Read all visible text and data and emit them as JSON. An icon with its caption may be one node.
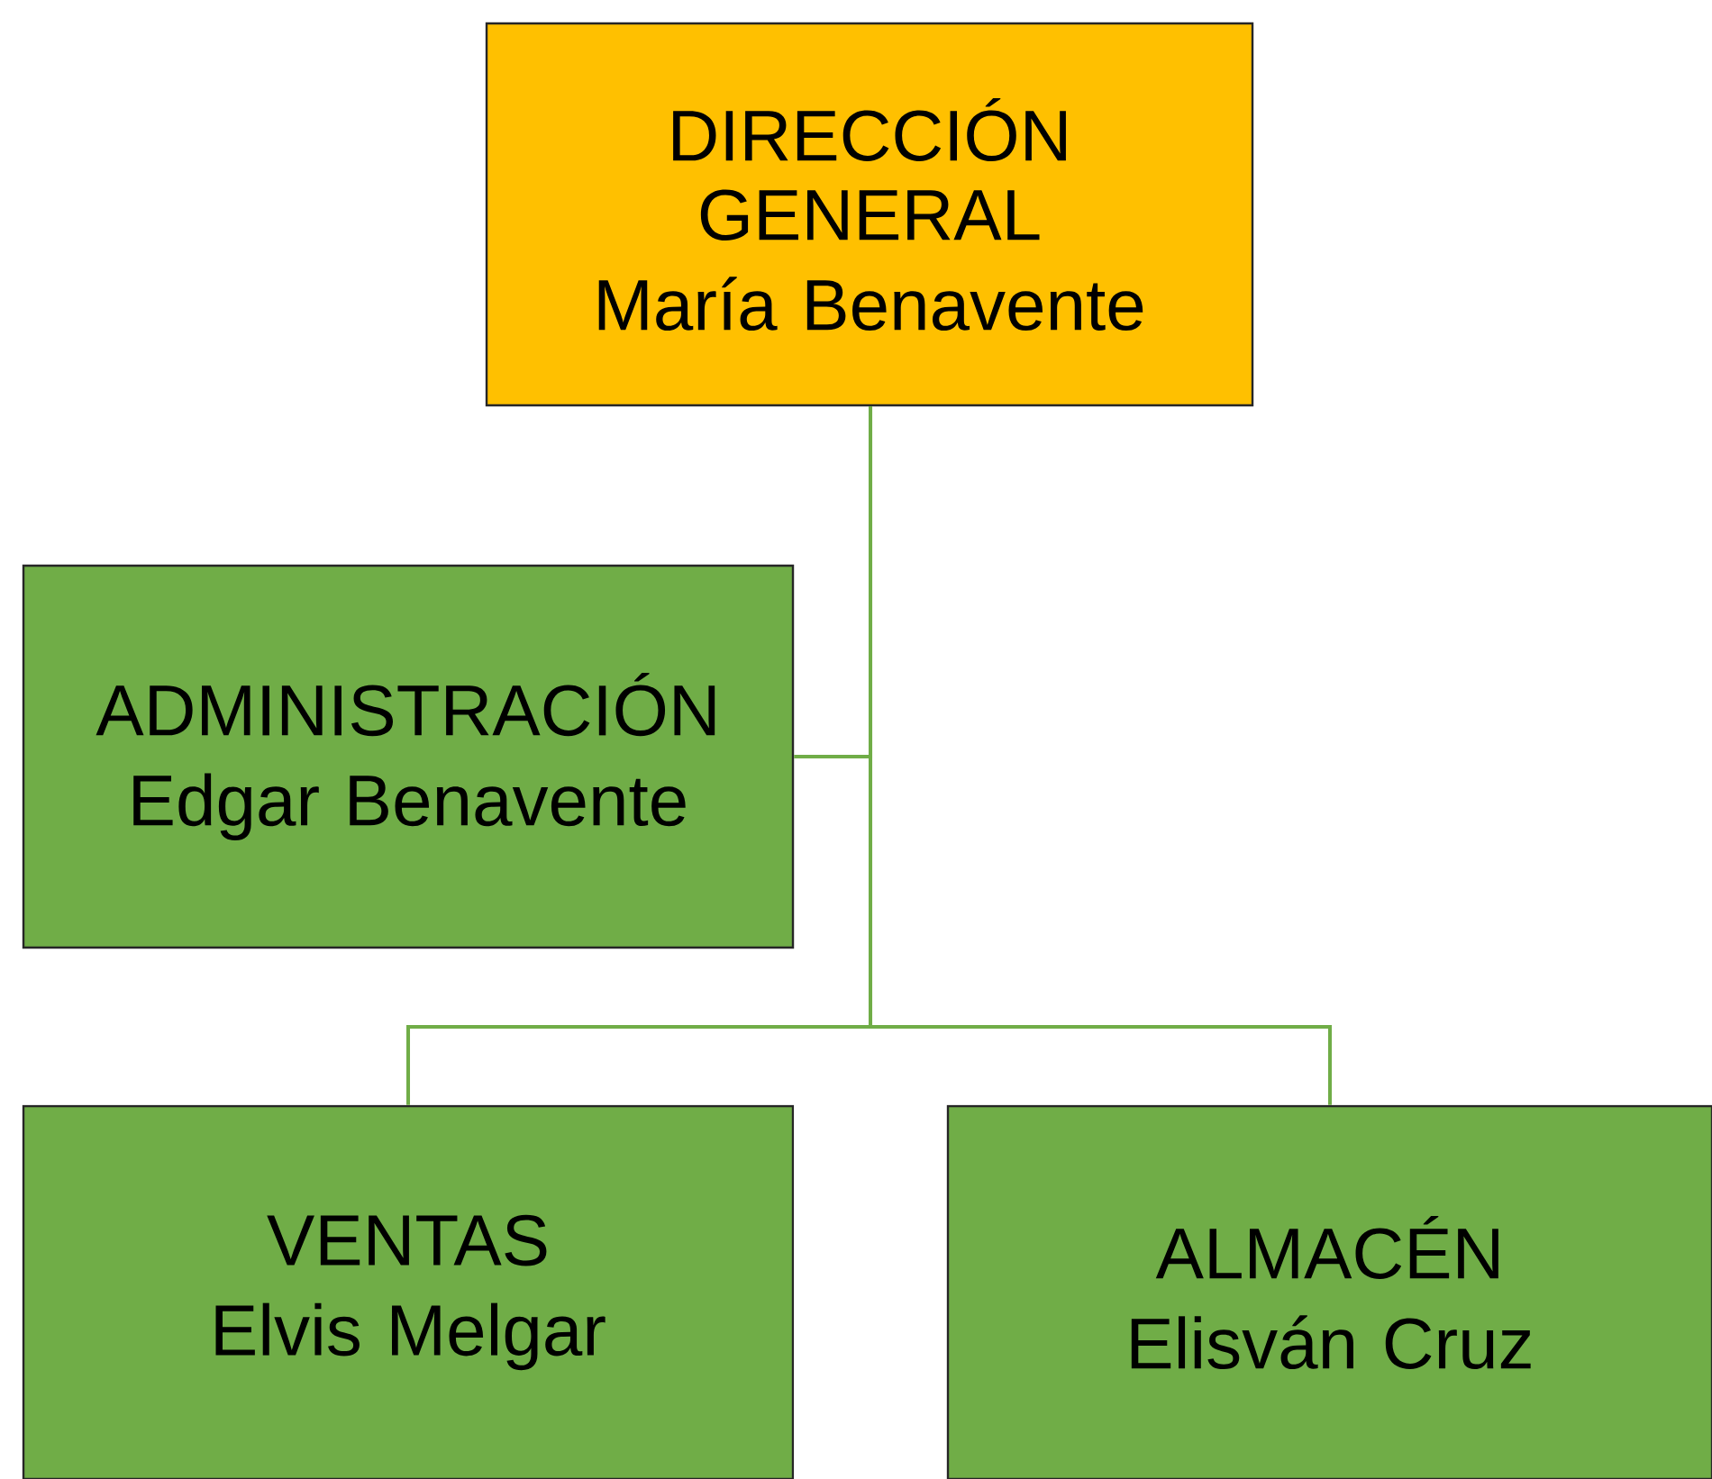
{
  "diagram": {
    "nodes": [
      {
        "text": [
          "DIRECCIÓN GENERAL",
          "María Benavente"
        ]
      },
      {
        "text": [
          "ADMINISTRACIÓN",
          "Edgar Benavente"
        ]
      },
      {
        "text": [
          "VENTAS",
          "Elvis Melgar"
        ]
      },
      {
        "text": [
          "ALMACÉN",
          "Elisván Cruz"
        ]
      }
    ],
    "edges": [
      {
        "from": 0,
        "to": 1,
        "arrow": "none"
      },
      {
        "from": 0,
        "to": 2,
        "arrow": "none"
      },
      {
        "from": 0,
        "to": 3,
        "arrow": "none"
      }
    ]
  }
}
